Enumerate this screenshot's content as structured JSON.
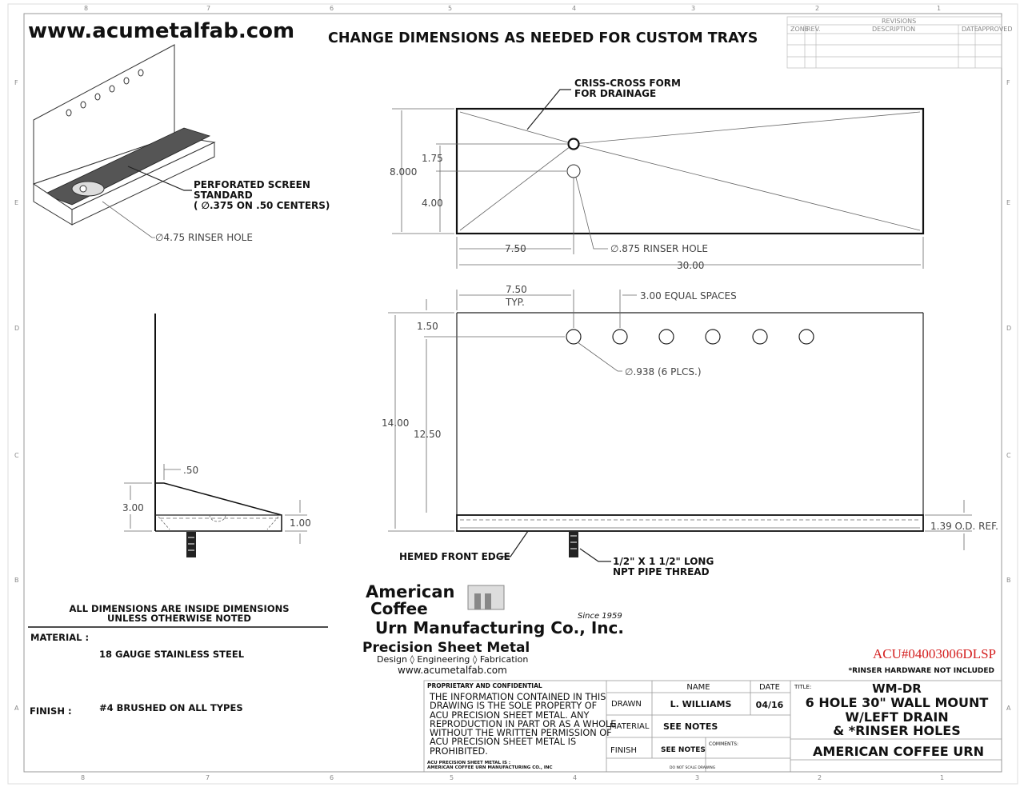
{
  "header": {
    "website": "www.acumetalfab.com",
    "banner": "CHANGE DIMENSIONS AS NEEDED FOR CUSTOM TRAYS"
  },
  "zones": {
    "columns": [
      "8",
      "7",
      "6",
      "5",
      "4",
      "3",
      "2",
      "1"
    ],
    "rows": [
      "F",
      "E",
      "D",
      "C",
      "B",
      "A"
    ]
  },
  "revisions": {
    "title": "REVISIONS",
    "columns": [
      "ZONE",
      "REV.",
      "DESCRIPTION",
      "DATE",
      "APPROVED"
    ]
  },
  "isometric": {
    "callout_screen": [
      "PERFORATED SCREEN",
      "STANDARD",
      "( ∅.375 ON .50 CENTERS)"
    ],
    "callout_rinser": "∅4.75 RINSER HOLE"
  },
  "top_view": {
    "callout_form": [
      "CRISS-CROSS FORM",
      "FOR DRAINAGE"
    ],
    "dims": {
      "height": "8.000",
      "upper": "1.75",
      "lower": "4.00",
      "hole_offset": "7.50",
      "length": "30.00"
    },
    "callout_hole": "∅.875 RINSER HOLE"
  },
  "front_view": {
    "dims": {
      "first_hole": "7.50",
      "typ": "TYP.",
      "spacing": "3.00 EQUAL SPACES",
      "top_offset": "1.50",
      "height": "14.00",
      "inner_height": "12.50",
      "od_ref": "1.39 O.D. REF."
    },
    "callout_holes": "∅.938 (6 PLCS.)",
    "hole_count": 6,
    "callout_hem": "HEMED FRONT EDGE",
    "callout_pipe": [
      "1/2\" X 1 1/2\" LONG",
      "NPT PIPE THREAD"
    ]
  },
  "side_view": {
    "dims": {
      "lip": ".50",
      "depth": "3.00",
      "front": "1.00"
    }
  },
  "notes": {
    "dimensions_note": [
      "ALL DIMENSIONS ARE INSIDE DIMENSIONS",
      "UNLESS OTHERWISE NOTED"
    ],
    "material_label": "MATERIAL :",
    "material_value": "18 GAUGE STAINLESS STEEL",
    "finish_label": "FINISH :",
    "finish_value": "#4 BRUSHED ON ALL TYPES"
  },
  "logo": {
    "line1": "American",
    "line2": "Coffee",
    "line3": "Urn Manufacturing Co., Inc.",
    "since": "Since 1959",
    "line4": "Precision Sheet Metal",
    "services": "Design  ◊  Engineering  ◊  Fabrication",
    "url": "www.acumetalfab.com"
  },
  "part_number": "ACU#04003006DLSP",
  "rinser_note": "*RINSER HARDWARE NOT INCLUDED",
  "title_block": {
    "proprietary_title": "PROPRIETARY AND CONFIDENTIAL",
    "proprietary_text": [
      "THE INFORMATION CONTAINED IN THIS",
      "DRAWING IS THE SOLE PROPERTY OF",
      "ACU PRECISION SHEET METAL.  ANY",
      "REPRODUCTION IN PART OR AS A WHOLE",
      "WITHOUT THE WRITTEN PERMISSION OF",
      "ACU PRECISION SHEET METAL IS",
      "PROHIBITED."
    ],
    "footer_text": [
      "ACU PRECISION SHEET METAL IS :",
      "AMERICAN COFFEE URN MANUFACTURING CO., INC"
    ],
    "name_header": "NAME",
    "date_header": "DATE",
    "drawn_label": "DRAWN",
    "drawn_name": "L. WILLIAMS",
    "drawn_date": "04/16",
    "material_label": "MATERIAL",
    "material_value": "SEE NOTES",
    "finish_label": "FINISH",
    "finish_value": "SEE NOTES",
    "comments_label": "COMMENTS:",
    "scale_note": "DO NOT SCALE DRAWING",
    "title_label": "TITLE:",
    "title_lines": [
      "WM-DR",
      "6 HOLE    30\" WALL MOUNT",
      "W/LEFT DRAIN",
      "& *RINSER HOLES"
    ],
    "company": "AMERICAN COFFEE URN"
  },
  "colors": {
    "part_number": "#d42020",
    "line": "#111111"
  }
}
